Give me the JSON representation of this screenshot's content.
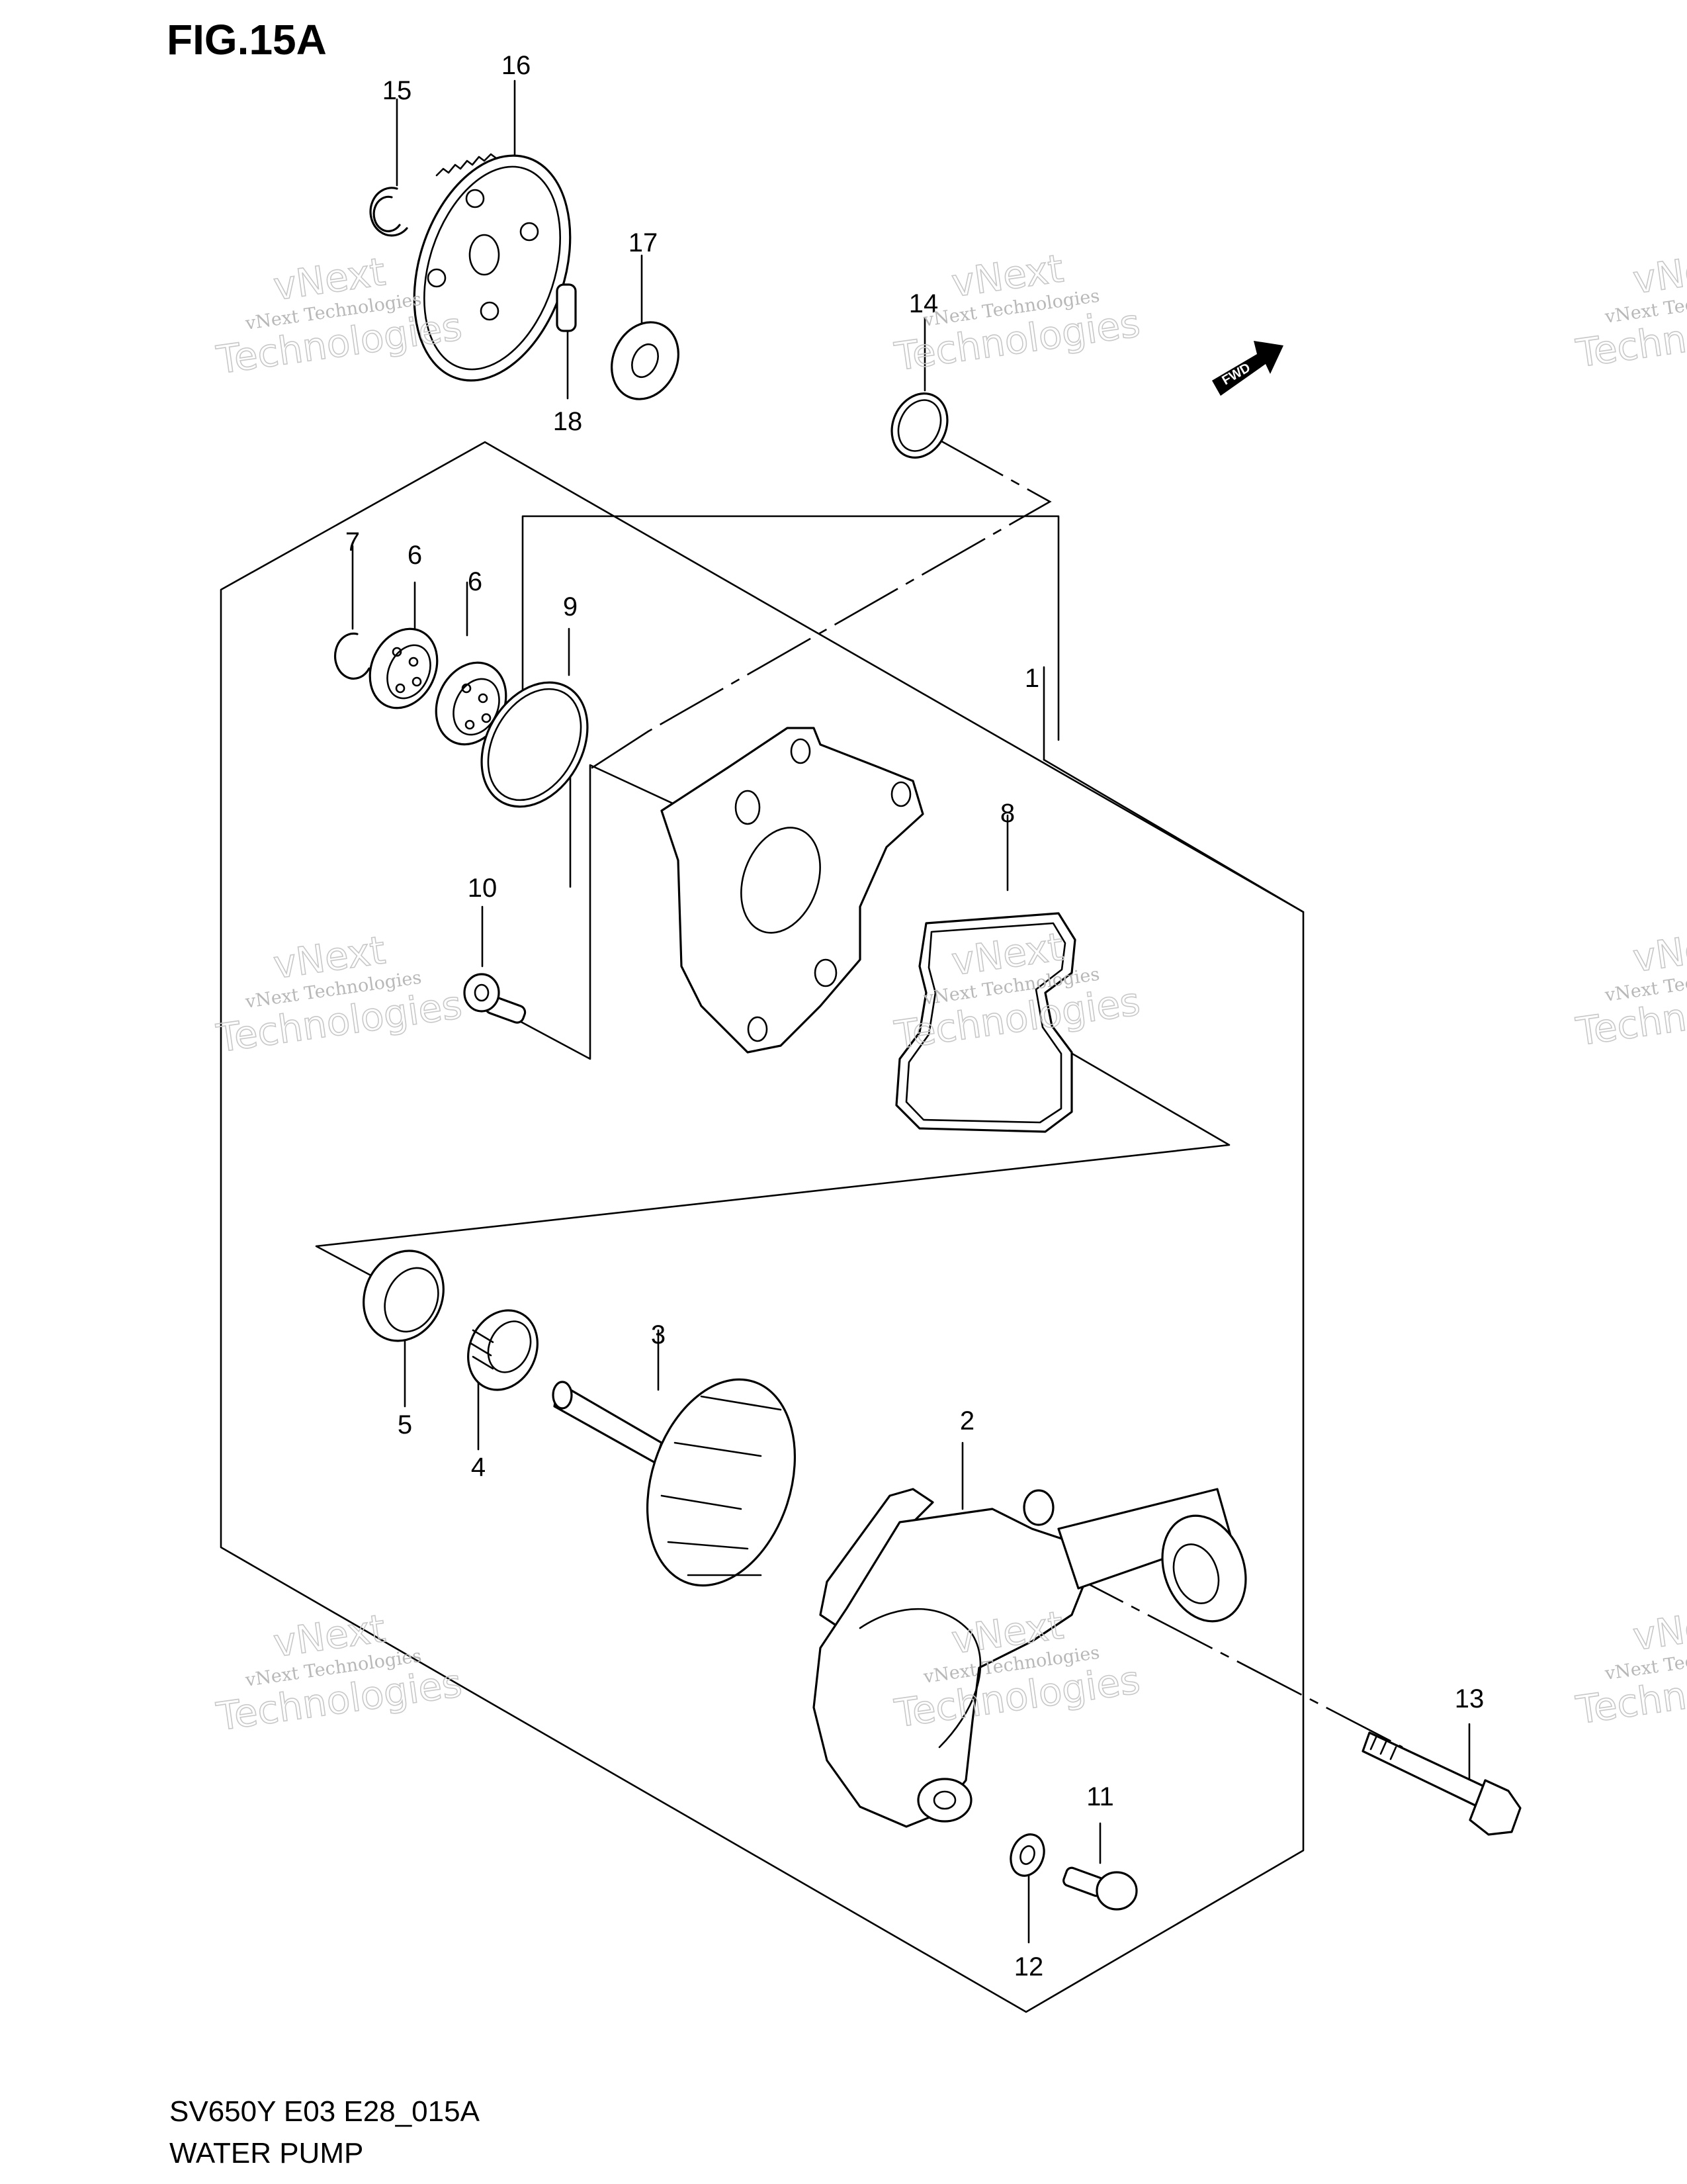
{
  "figure": {
    "title": "FIG.15A",
    "code": "SV650Y E03 E28_015A",
    "name": "WATER PUMP"
  },
  "fwd_label": "FWD",
  "callouts": [
    "1",
    "2",
    "3",
    "4",
    "5",
    "6",
    "6",
    "7",
    "8",
    "9",
    "10",
    "11",
    "12",
    "13",
    "14",
    "15",
    "16",
    "17",
    "18"
  ],
  "watermark": {
    "line1": "vNext Technologies",
    "line2": "vNext",
    "line3": "Technologies"
  }
}
